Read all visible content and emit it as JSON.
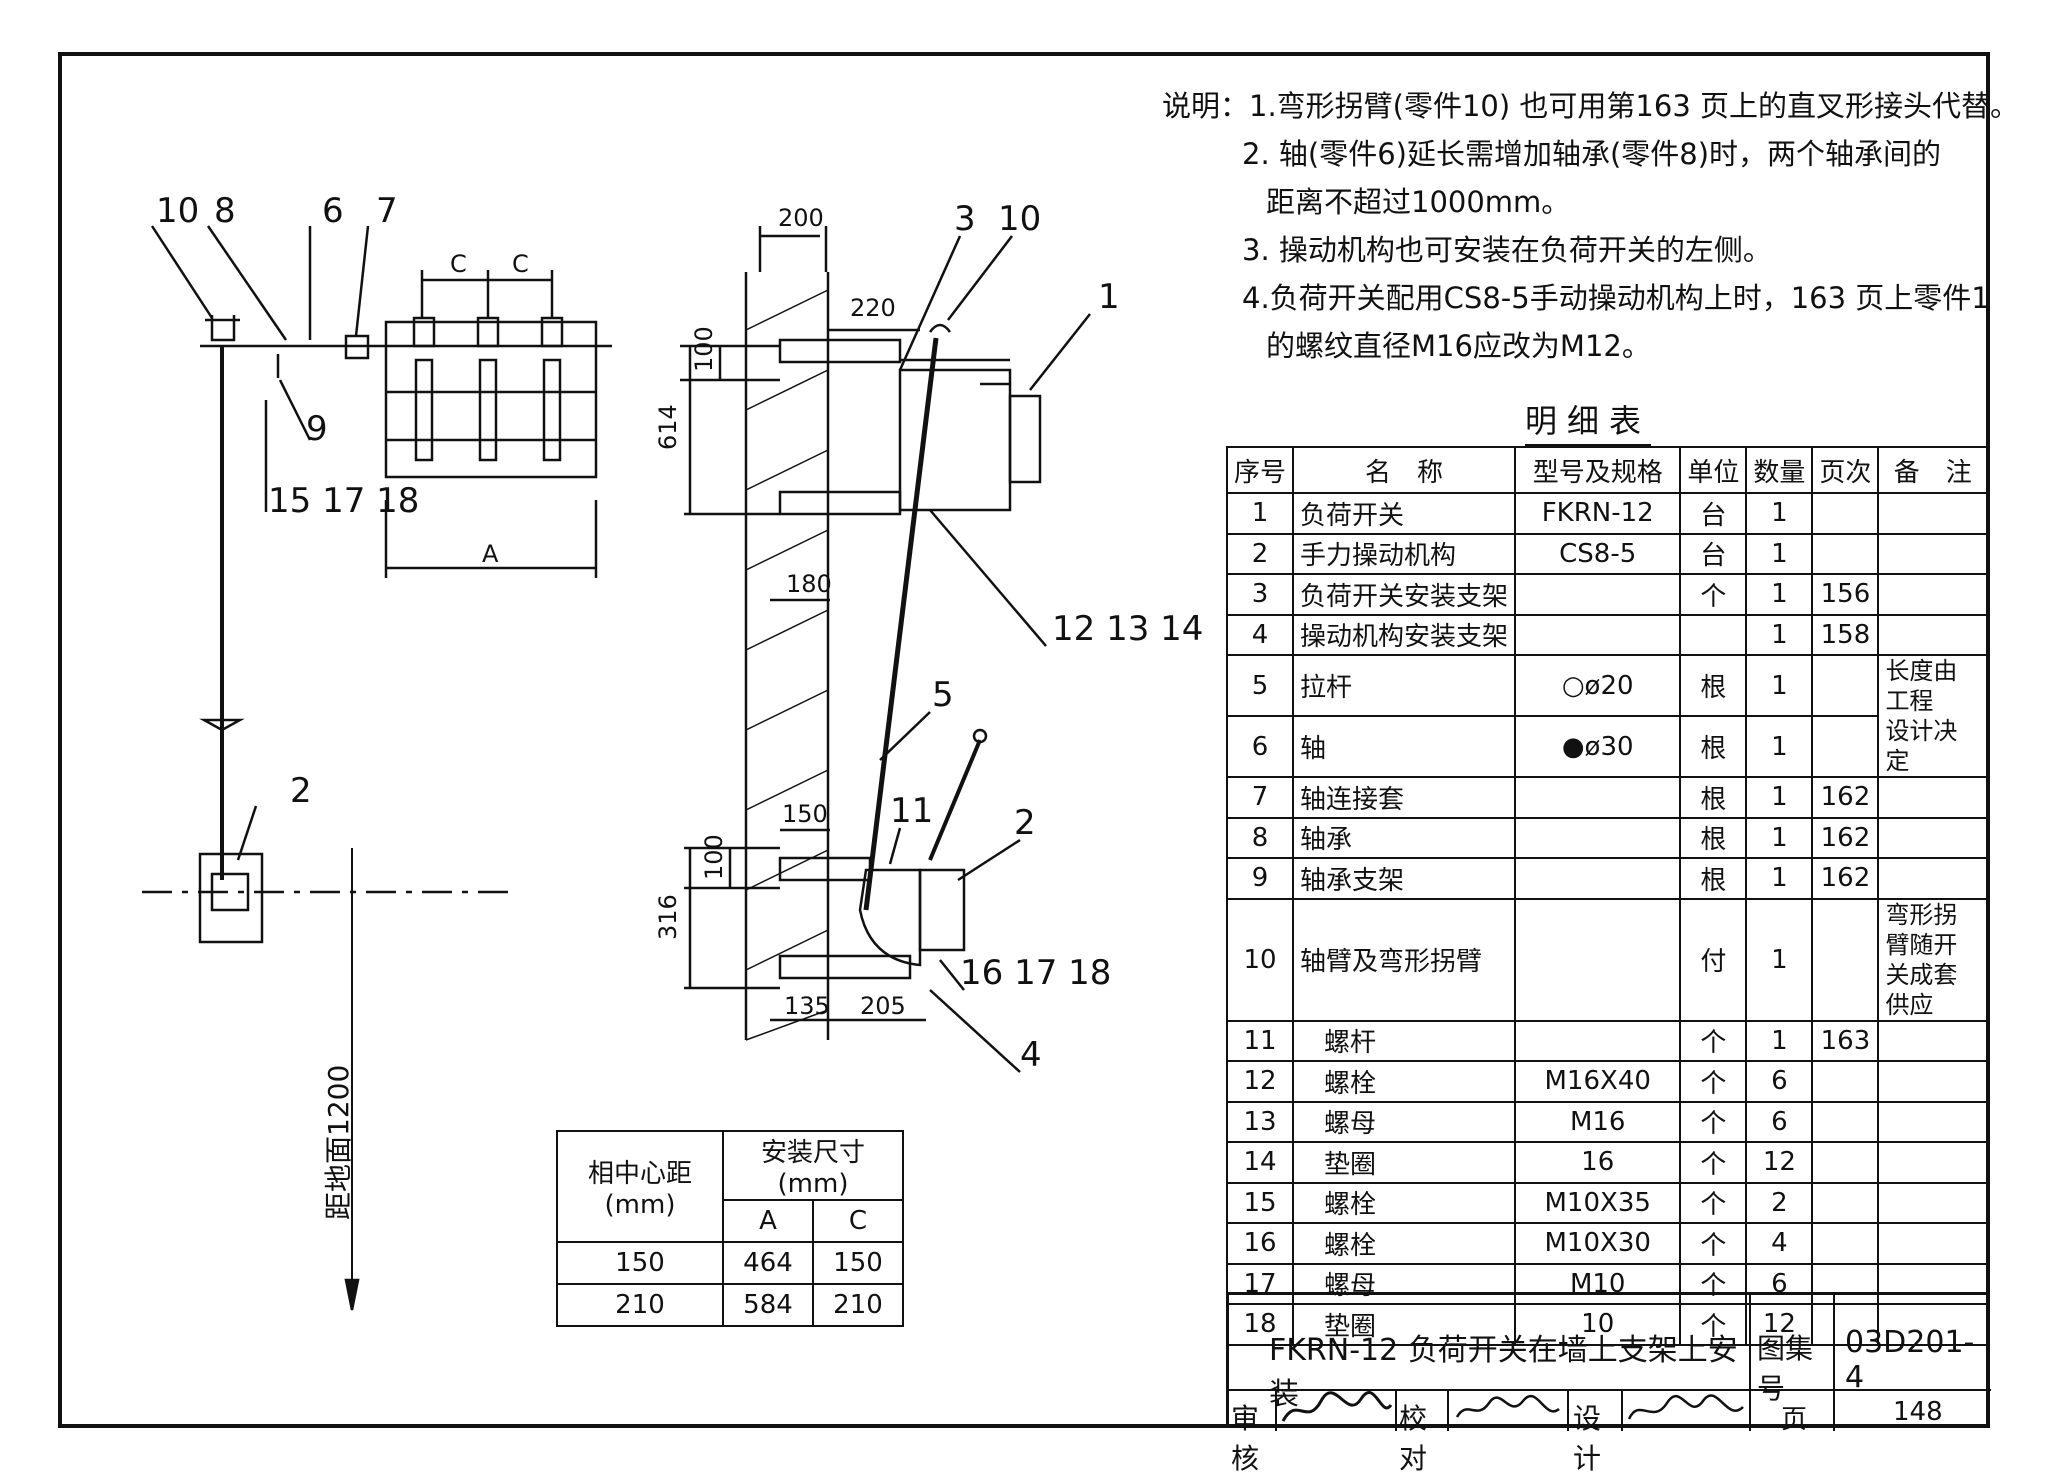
{
  "notes": {
    "line1": "说明：1.弯形拐臂(零件10) 也可用第163 页上的直叉形接头代替。",
    "line2": "2. 轴(零件6)延长需增加轴承(零件8)时，两个轴承间的",
    "line3": "距离不超过1000mm。",
    "line4": "3. 操动机构也可安装在负荷开关的左侧。",
    "line5": "4.负荷开关配用CS8-5手动操动机构上时，163 页上零件1",
    "line6": "的螺纹直径M16应改为M12。"
  },
  "bom": {
    "title": "明细表",
    "headers": [
      "序号",
      "名　称",
      "型号及规格",
      "单位",
      "数量",
      "页次",
      "备　注"
    ],
    "rows": [
      [
        "1",
        "负荷开关",
        "FKRN-12",
        "台",
        "1",
        "",
        ""
      ],
      [
        "2",
        "手力操动机构",
        "CS8-5",
        "台",
        "1",
        "",
        ""
      ],
      [
        "3",
        "负荷开关安装支架",
        "",
        "个",
        "1",
        "156",
        ""
      ],
      [
        "4",
        "操动机构安装支架",
        "",
        "",
        "1",
        "158",
        ""
      ],
      [
        "5",
        "拉杆",
        "○ø20",
        "根",
        "1",
        "",
        "长度由工程"
      ],
      [
        "6",
        "轴",
        "●ø30",
        "根",
        "1",
        "",
        "设计决定"
      ],
      [
        "7",
        "轴连接套",
        "",
        "根",
        "1",
        "162",
        ""
      ],
      [
        "8",
        "轴承",
        "",
        "根",
        "1",
        "162",
        ""
      ],
      [
        "9",
        "轴承支架",
        "",
        "根",
        "1",
        "162",
        ""
      ],
      [
        "10",
        "轴臂及弯形拐臂",
        "",
        "付",
        "1",
        "",
        "弯形拐臂随开关成套供应"
      ],
      [
        "11",
        "螺杆",
        "",
        "个",
        "1",
        "163",
        ""
      ],
      [
        "12",
        "螺栓",
        "M16X40",
        "个",
        "6",
        "",
        ""
      ],
      [
        "13",
        "螺母",
        "M16",
        "个",
        "6",
        "",
        ""
      ],
      [
        "14",
        "垫圈",
        "16",
        "个",
        "12",
        "",
        ""
      ],
      [
        "15",
        "螺栓",
        "M10X35",
        "个",
        "2",
        "",
        ""
      ],
      [
        "16",
        "螺栓",
        "M10X30",
        "个",
        "4",
        "",
        ""
      ],
      [
        "17",
        "螺母",
        "M10",
        "个",
        "6",
        "",
        ""
      ],
      [
        "18",
        "垫圈",
        "10",
        "个",
        "12",
        "",
        ""
      ]
    ]
  },
  "dimension_table": {
    "left_header": "相中心距(mm)",
    "group_header": "安装尺寸(mm)",
    "col_a": "A",
    "col_c": "C",
    "rows": [
      [
        "150",
        "464",
        "150"
      ],
      [
        "210",
        "584",
        "210"
      ]
    ]
  },
  "title_block": {
    "drawing_title": "FKRN-12 负荷开关在墙上支架上安装",
    "atlas_label": "图集号",
    "atlas_no": "03D201-4",
    "review_label": "审核",
    "check_label": "校对",
    "design_label": "设计",
    "page_label": "页",
    "page_no": "148"
  },
  "drawing": {
    "front_view_labels": [
      "10",
      "8",
      "6",
      "7",
      "9",
      "15 17 18",
      "2"
    ],
    "front_view_dims": [
      "C",
      "C",
      "A"
    ],
    "ground_dim": "距地面1200",
    "side_view_labels": [
      "3",
      "10",
      "1",
      "12 13 14",
      "5",
      "11",
      "2",
      "16 17 18",
      "4"
    ],
    "side_view_dims": [
      "200",
      "220",
      "100",
      "614",
      "180",
      "150",
      "100",
      "316",
      "135",
      "205"
    ]
  }
}
